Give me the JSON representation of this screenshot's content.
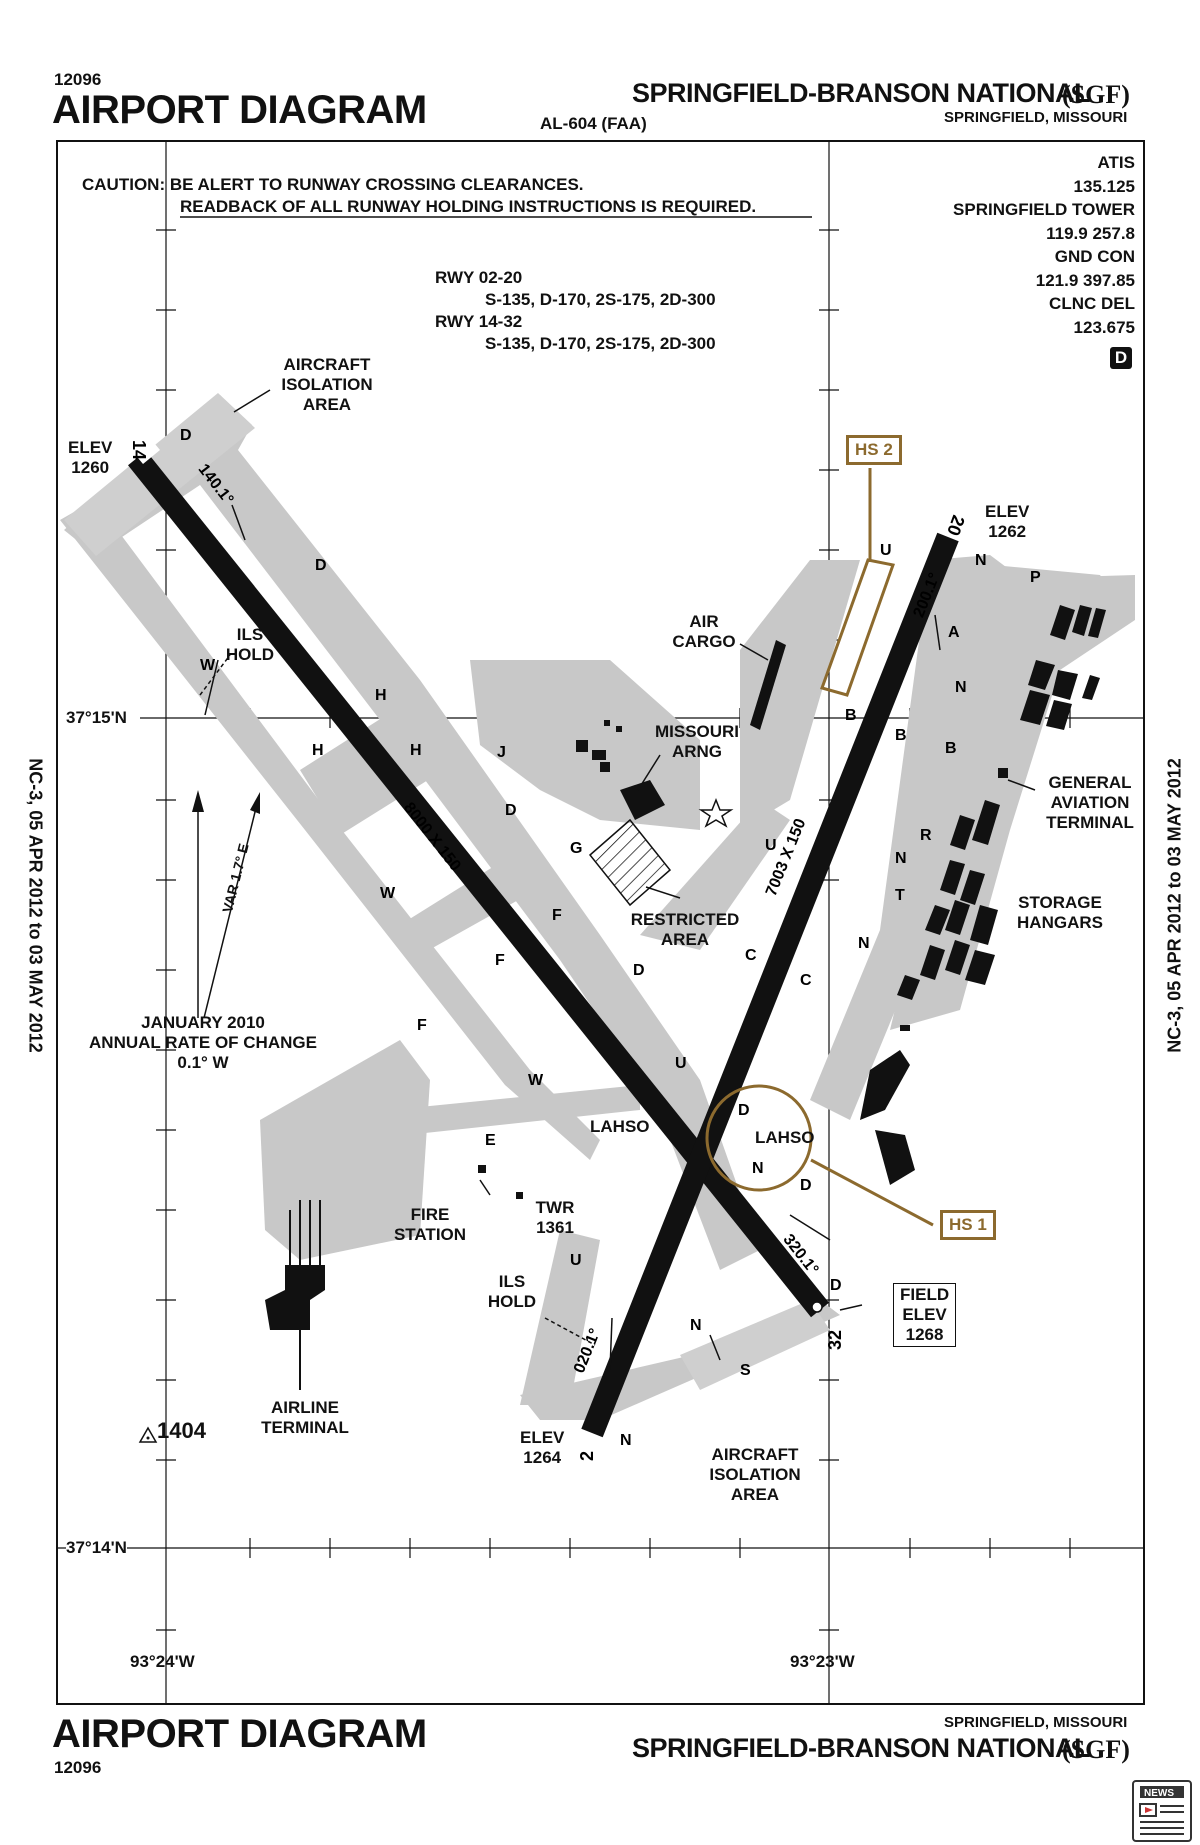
{
  "header": {
    "code": "12096",
    "title": "AIRPORT DIAGRAM",
    "al_number": "AL-604 (FAA)",
    "airport_name": "SPRINGFIELD-BRANSON NATIONAL",
    "airport_id": "(SGF)",
    "city_state": "SPRINGFIELD, MISSOURI"
  },
  "footer": {
    "code": "12096",
    "title": "AIRPORT DIAGRAM",
    "airport_name": "SPRINGFIELD-BRANSON NATIONAL",
    "airport_id": "(SGF)",
    "city_state": "SPRINGFIELD, MISSOURI"
  },
  "side_text": {
    "left": "NC-3, 05 APR 2012 to 03 MAY 2012",
    "right": "NC-3, 05 APR 2012 to 03 MAY 2012"
  },
  "caution": {
    "line1": "CAUTION: BE ALERT TO RUNWAY CROSSING CLEARANCES.",
    "line2": "READBACK OF ALL RUNWAY HOLDING INSTRUCTIONS IS REQUIRED."
  },
  "runway_strength": {
    "rwy1_label": "RWY 02-20",
    "rwy1_values": "S-135, D-170, 2S-175, 2D-300",
    "rwy2_label": "RWY 14-32",
    "rwy2_values": "S-135, D-170, 2S-175, 2D-300"
  },
  "frequencies": [
    "ATIS",
    "135.125",
    "SPRINGFIELD TOWER",
    "119.9  257.8",
    "GND CON",
    "121.9  397.85",
    "CLNC DEL",
    "123.675"
  ],
  "d_symbol": "D",
  "coordinates": {
    "lat_north": "37°15'N",
    "lat_south": "37°14'N",
    "lon_west": "93°24'W",
    "lon_east": "93°23'W"
  },
  "compass": {
    "variation": "VAR 1.7° E",
    "rate_line1": "JANUARY 2010",
    "rate_line2": "ANNUAL RATE OF CHANGE",
    "rate_line3": "0.1° W"
  },
  "runways": {
    "rwy14_32_dims": "8000 X 150",
    "rwy02_20_dims": "7003 X 150",
    "end_14": "14",
    "end_32": "32",
    "end_2": "2",
    "end_20": "20",
    "hdg_140": "140.1°",
    "hdg_320": "320.1°",
    "hdg_020": "020.1°",
    "hdg_200": "200.1°"
  },
  "elevations": {
    "elev_14_label": "ELEV",
    "elev_14": "1260",
    "elev_20_label": "ELEV",
    "elev_20": "1262",
    "elev_2_label": "ELEV",
    "elev_2": "1264",
    "field_elev_1": "FIELD",
    "field_elev_2": "ELEV",
    "field_elev_3": "1268",
    "obstacle": "1404"
  },
  "features": {
    "aircraft_isolation_nw": [
      "AIRCRAFT",
      "ISOLATION",
      "AREA"
    ],
    "aircraft_isolation_s": [
      "AIRCRAFT",
      "ISOLATION",
      "AREA"
    ],
    "ils_hold_nw": [
      "ILS",
      "HOLD"
    ],
    "ils_hold_s": [
      "ILS",
      "HOLD"
    ],
    "air_cargo": [
      "AIR",
      "CARGO"
    ],
    "missouri_arng": [
      "MISSOURI",
      "ARNG"
    ],
    "restricted_area": [
      "RESTRICTED",
      "AREA"
    ],
    "general_aviation": [
      "GENERAL",
      "AVIATION",
      "TERMINAL"
    ],
    "storage_hangars": [
      "STORAGE",
      "HANGARS"
    ],
    "fire_station": [
      "FIRE",
      "STATION"
    ],
    "tower": [
      "TWR",
      "1361"
    ],
    "airline_terminal": [
      "AIRLINE",
      "TERMINAL"
    ],
    "lahso_1": "LAHSO",
    "lahso_2": "LAHSO"
  },
  "hotspots": {
    "hs1": "HS 1",
    "hs2": "HS 2"
  },
  "taxiways": {
    "d1": "D",
    "d2": "D",
    "d3": "D",
    "d4": "D",
    "d5": "D",
    "d6": "D",
    "d7": "D",
    "w1": "W",
    "w2": "W",
    "w3": "W",
    "h1": "H",
    "h2": "H",
    "h3": "H",
    "f1": "F",
    "f2": "F",
    "f3": "F",
    "j": "J",
    "g": "G",
    "e": "E",
    "u1": "U",
    "u2": "U",
    "u3": "U",
    "u4": "U",
    "c1": "C",
    "c2": "C",
    "b1": "B",
    "b2": "B",
    "b3": "B",
    "n1": "N",
    "n2": "N",
    "n3": "N",
    "n4": "N",
    "n5": "N",
    "n6": "N",
    "n7": "N",
    "a": "A",
    "p": "P",
    "r": "R",
    "t": "T",
    "s": "S"
  }
}
